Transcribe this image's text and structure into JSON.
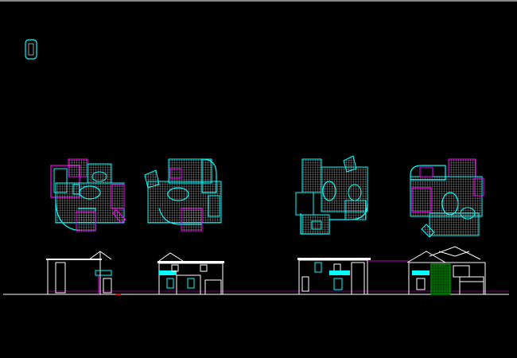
{
  "viewport": {
    "background": "#000000",
    "frame_color": "#8a8a8a"
  },
  "palette": {
    "cyan": "#00ffff",
    "magenta": "#ff00ff",
    "white": "#ffffff",
    "hatch": "#bfbfbf",
    "green": "#00c000",
    "red": "#ff0000"
  },
  "drawing": {
    "icons": [
      "cad-title-block-icon"
    ],
    "plans": [
      "floor-plan-1",
      "floor-plan-2",
      "floor-plan-3",
      "floor-plan-4"
    ],
    "elevations": [
      "elevation-1",
      "elevation-2",
      "elevation-3",
      "elevation-4"
    ]
  }
}
